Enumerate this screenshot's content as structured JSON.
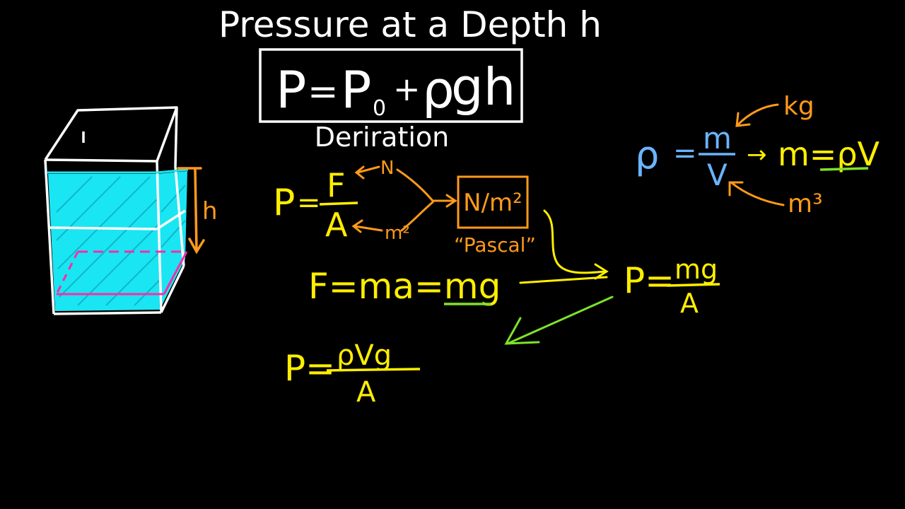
{
  "title": "Pressure at a Depth h",
  "main_equation": {
    "p": "P",
    "eq": "=",
    "p0_base": "P",
    "p0_sub": "0",
    "plus": "+",
    "rho": "ρ",
    "gh": "gh"
  },
  "derivation_label": "Deriration",
  "tank": {
    "depth_label": "h"
  },
  "pressure_definition": {
    "p": "P",
    "eq": "=",
    "force": "F",
    "area": "A",
    "force_unit": "N",
    "area_unit": "m²",
    "combined_unit": "N/m²",
    "unit_name": "“Pascal”"
  },
  "force_equation": "F=ma=mg",
  "pressure_mg": {
    "lhs": "P=",
    "numerator": "mg",
    "denominator": "A"
  },
  "pressure_rho": {
    "lhs": "P=",
    "numerator": "ρVg",
    "denominator": "A"
  },
  "density": {
    "rho": "ρ",
    "eq": "=",
    "numerator": "m",
    "denominator": "V",
    "arrow": "→",
    "result": "m=ρV",
    "mass_unit": "kg",
    "volume_unit": "m³"
  },
  "colors": {
    "chalk_white": "#ffffff",
    "yellow": "#ffee00",
    "orange": "#ff9a1a",
    "blue": "#6ab4ff",
    "green": "#7de22a",
    "cyan": "#19e6f2",
    "magenta": "#ff2aa8"
  }
}
